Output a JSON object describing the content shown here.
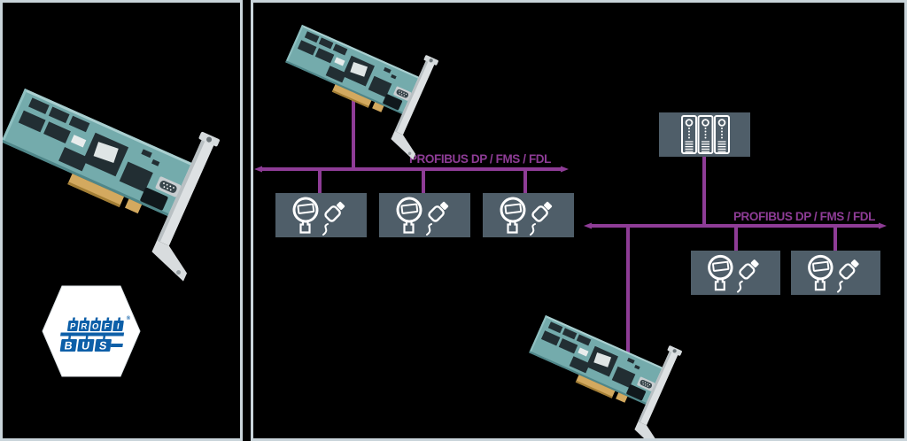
{
  "window": {
    "background_color": "#000000",
    "panel_border_color": "#c9d4da"
  },
  "left_panel": {
    "card_image": "profibus-pci-interface-card",
    "logo": {
      "name": "profibus-logo",
      "brand_color": "#0d5fa8",
      "top_letters": [
        "P",
        "R",
        "O",
        "F",
        "I"
      ],
      "bottom_letters": [
        "B",
        "U",
        "S"
      ],
      "registered_mark": "®"
    }
  },
  "right_panel": {
    "colors": {
      "bus_line": "#8e3c96",
      "device_box": "#4f5e69",
      "icon_stroke": "#ffffff"
    },
    "bus_segment_1": {
      "label": "PROFIBUS DP / FMS / FDL",
      "master_node": "profibus-pci-interface-card",
      "device_count": 3,
      "device_icon": "pressure-transmitter-with-plug"
    },
    "bus_segment_2": {
      "label": "PROFIBUS DP / FMS / FDL",
      "master_node": "profibus-pci-interface-card",
      "controller_node": "server-rack",
      "device_count": 2,
      "device_icon": "pressure-transmitter-with-plug"
    }
  }
}
